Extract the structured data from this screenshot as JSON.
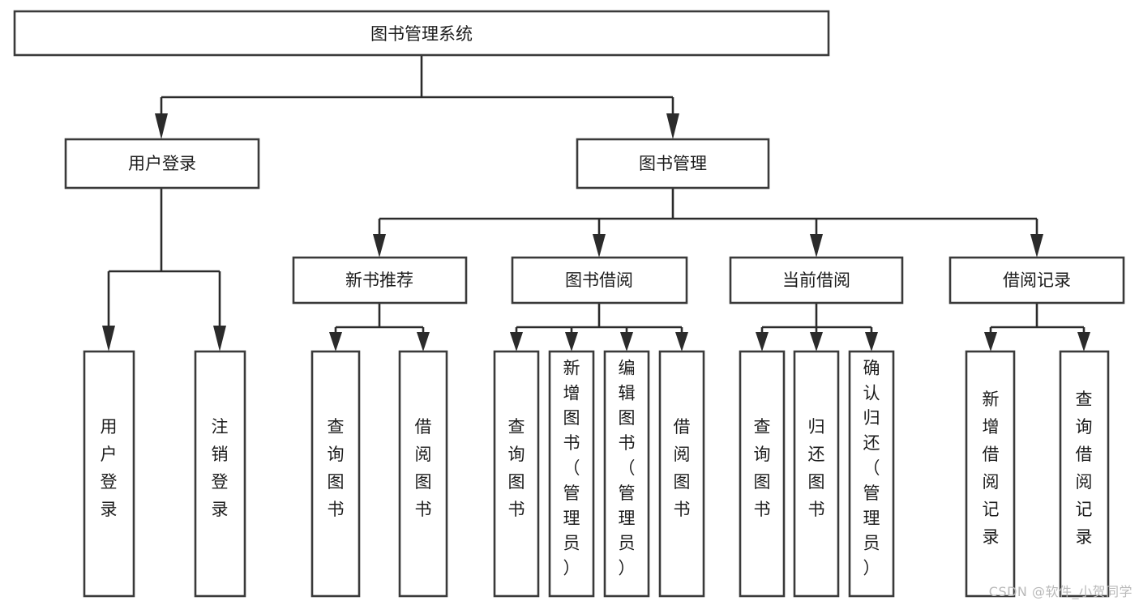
{
  "diagram": {
    "type": "tree-hierarchy",
    "orientation": "top-down",
    "root": {
      "id": "root",
      "label": "图书管理系统",
      "text_orientation": "horizontal"
    },
    "level2": [
      {
        "id": "user-login",
        "label": "用户登录",
        "text_orientation": "horizontal"
      },
      {
        "id": "book-management",
        "label": "图书管理",
        "text_orientation": "horizontal"
      }
    ],
    "level3": [
      {
        "id": "new-book-recommend",
        "label": "新书推荐",
        "text_orientation": "horizontal",
        "parent": "book-management"
      },
      {
        "id": "book-borrow",
        "label": "图书借阅",
        "text_orientation": "horizontal",
        "parent": "book-management"
      },
      {
        "id": "current-borrow",
        "label": "当前借阅",
        "text_orientation": "horizontal",
        "parent": "book-management"
      },
      {
        "id": "borrow-record",
        "label": "借阅记录",
        "text_orientation": "horizontal",
        "parent": "book-management"
      }
    ],
    "leaves": [
      {
        "id": "leaf-user-login",
        "label": "用户登录",
        "text_orientation": "vertical",
        "parent": "user-login"
      },
      {
        "id": "leaf-user-logout",
        "label": "注销登录",
        "text_orientation": "vertical",
        "parent": "user-login"
      },
      {
        "id": "leaf-query-books-rec",
        "label": "查询图书",
        "text_orientation": "vertical",
        "parent": "new-book-recommend"
      },
      {
        "id": "leaf-borrow-books-rec",
        "label": "借阅图书",
        "text_orientation": "vertical",
        "parent": "new-book-recommend"
      },
      {
        "id": "leaf-query-books-borrow",
        "label": "查询图书",
        "text_orientation": "vertical",
        "parent": "book-borrow"
      },
      {
        "id": "leaf-add-book-admin",
        "label": "新增图书（管理员）",
        "text_orientation": "vertical",
        "parent": "book-borrow"
      },
      {
        "id": "leaf-edit-book-admin",
        "label": "编辑图书（管理员）",
        "text_orientation": "vertical",
        "parent": "book-borrow"
      },
      {
        "id": "leaf-borrow-books-borrow",
        "label": "借阅图书",
        "text_orientation": "vertical",
        "parent": "book-borrow"
      },
      {
        "id": "leaf-query-books-current",
        "label": "查询图书",
        "text_orientation": "vertical",
        "parent": "current-borrow"
      },
      {
        "id": "leaf-return-books",
        "label": "归还图书",
        "text_orientation": "vertical",
        "parent": "current-borrow"
      },
      {
        "id": "leaf-confirm-return-admin",
        "label": "确认归还（管理员）",
        "text_orientation": "vertical",
        "parent": "current-borrow"
      },
      {
        "id": "leaf-add-borrow-record",
        "label": "新增借阅记录",
        "text_orientation": "vertical",
        "parent": "borrow-record"
      },
      {
        "id": "leaf-query-borrow-record",
        "label": "查询借阅记录",
        "text_orientation": "vertical",
        "parent": "borrow-record"
      }
    ]
  },
  "watermark": {
    "text": "CSDN @软件_小贺同学"
  },
  "colors": {
    "box_stroke": "#3a3a3a",
    "connector": "#2b2b2b",
    "background": "#ffffff",
    "text": "#1c1c1c",
    "watermark": "#b9b9b9"
  }
}
